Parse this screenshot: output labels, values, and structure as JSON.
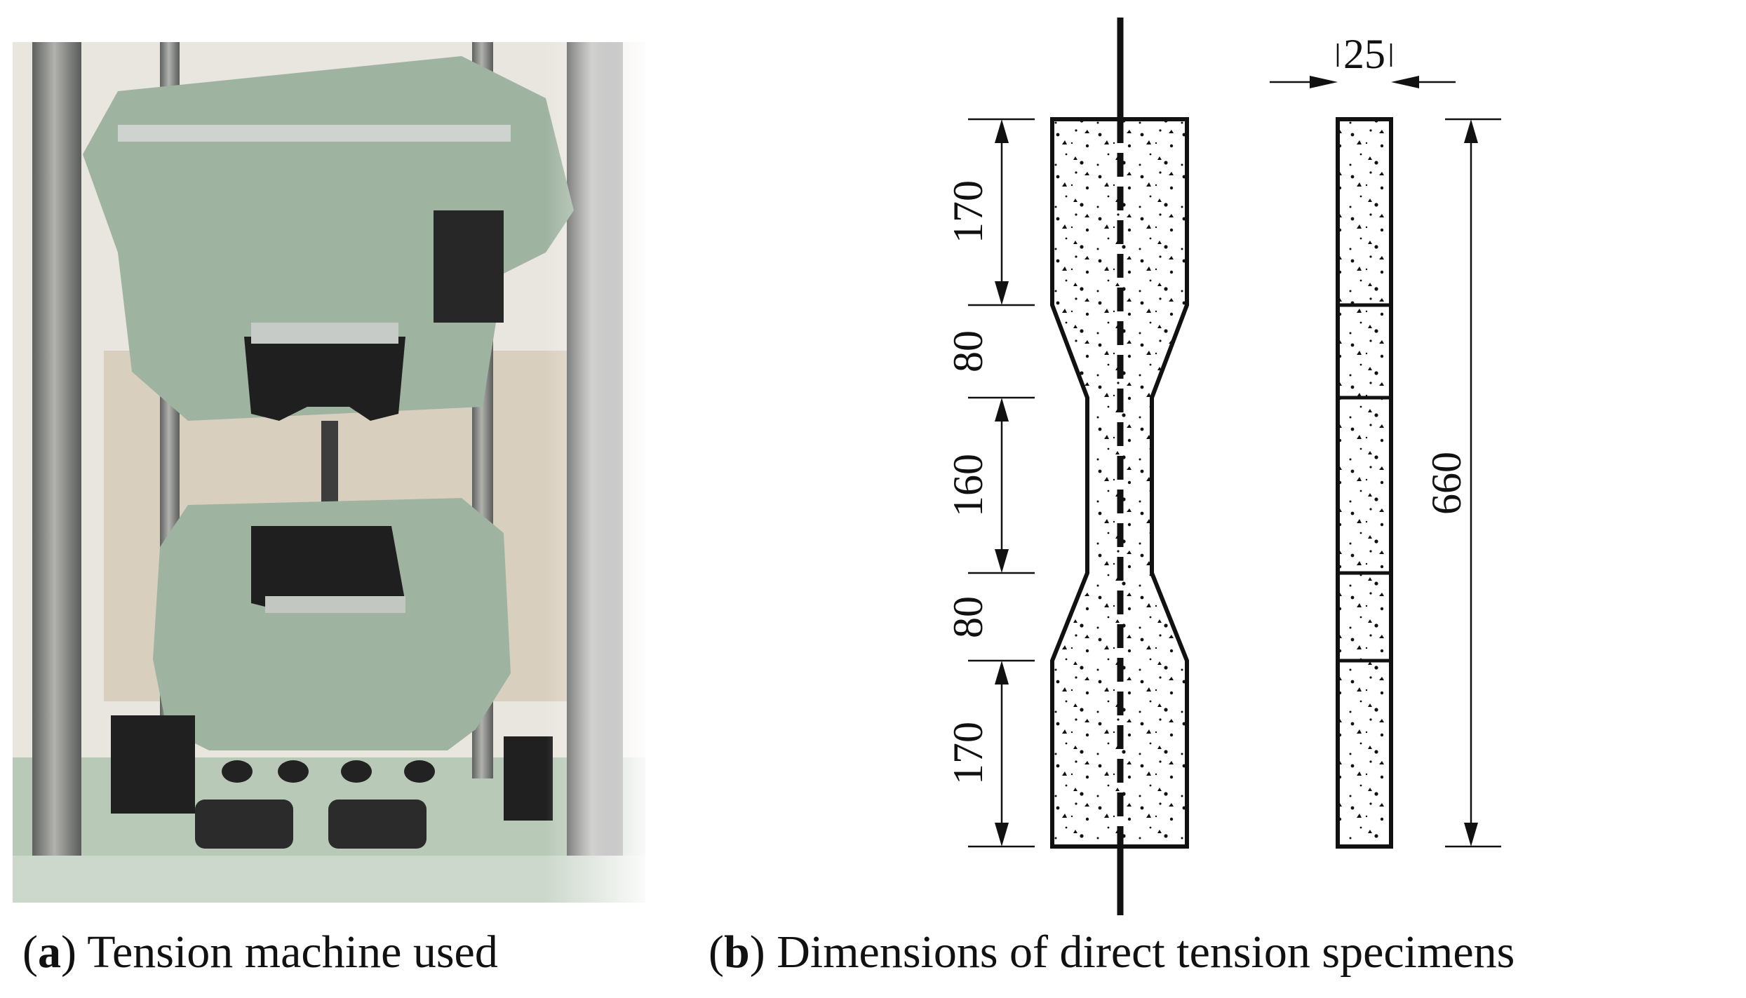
{
  "panel_a": {
    "caption_letter": "a",
    "caption_text": "Tension machine used",
    "colors": {
      "frame": "#9fb3a1",
      "frame_dark": "#7d9280",
      "column": "#8a8a88",
      "grip": "#1e1f1e",
      "wall": "#e9e6df",
      "base": "#b9c9b8"
    }
  },
  "panel_b": {
    "caption_letter": "b",
    "caption_text": "Dimensions of direct tension specimens",
    "dimensions": {
      "top_end": "170",
      "top_taper": "80",
      "gauge": "160",
      "bottom_taper": "80",
      "bottom_end": "170",
      "total": "660",
      "thickness": "25"
    }
  }
}
